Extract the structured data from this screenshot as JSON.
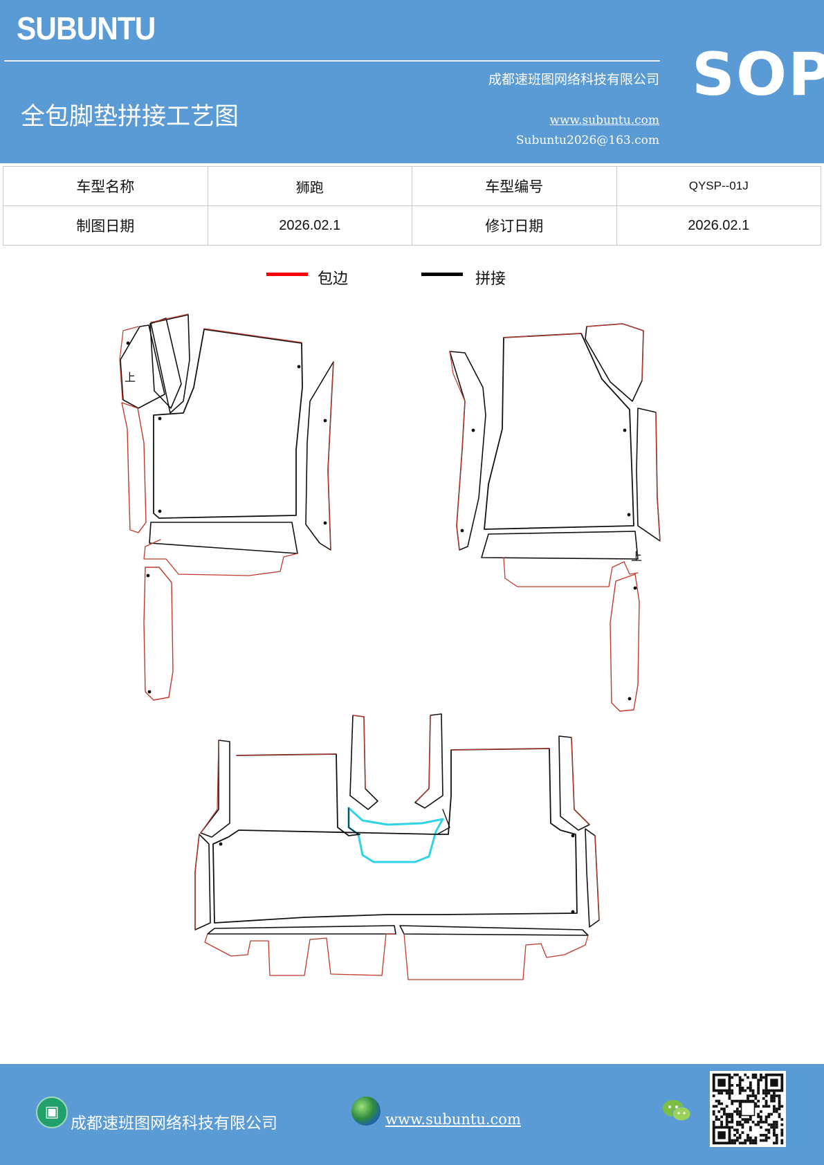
{
  "header": {
    "logo": "SUBUNTU",
    "company": "成都速班图网络科技有限公司",
    "badge": "SOP",
    "title": "全包脚垫拼接工艺图",
    "website": "www.subuntu.com",
    "email": "Subuntu2026@163.com"
  },
  "info_table": {
    "rows": [
      [
        "车型名称",
        "狮跑",
        "车型编号",
        "QYSP--01J"
      ],
      [
        "制图日期",
        "2026.02.1",
        "修订日期",
        "2026.02.1"
      ]
    ]
  },
  "legend": {
    "items": [
      {
        "label": "包边",
        "color": "#ff0000"
      },
      {
        "label": "拼接",
        "color": "#000000"
      }
    ]
  },
  "drawing": {
    "marks": [
      "上",
      "上"
    ],
    "colors": {
      "binding": "#c0392b",
      "splice": "#111111",
      "highlight": "#2ed3e6"
    }
  },
  "footer": {
    "company": "成都速班图网络科技有限公司",
    "website": "www.subuntu.com",
    "icons": [
      "company-icon",
      "globe-icon",
      "wechat-icon",
      "qr-code"
    ]
  },
  "colors": {
    "brand_blue": "#5b9bd5"
  }
}
